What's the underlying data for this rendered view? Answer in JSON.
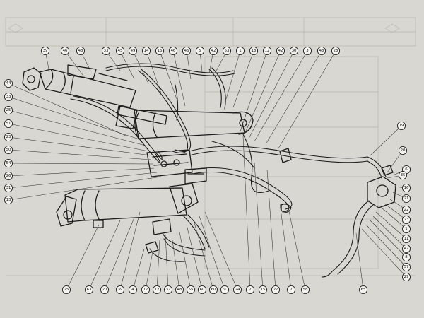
{
  "callouts": {
    "top": [
      "39",
      "46",
      "48",
      "33",
      "45",
      "49",
      "14",
      "16",
      "46",
      "46",
      "5",
      "42",
      "53",
      "1",
      "18",
      "12",
      "42",
      "30",
      "3",
      "48",
      "28"
    ],
    "left": [
      "44",
      "33",
      "25",
      "51",
      "23",
      "50",
      "54",
      "26",
      "31",
      "13"
    ],
    "bottom": [
      "25",
      "63",
      "20",
      "39",
      "4",
      "17",
      "12",
      "37",
      "48",
      "55",
      "60",
      "60",
      "9",
      "24",
      "2",
      "15",
      "27",
      "7",
      "58",
      "65"
    ],
    "right": [
      "19",
      "20",
      "6",
      "35",
      "16",
      "21",
      "22",
      "23",
      "1",
      "11",
      "47",
      "8",
      "57",
      "29"
    ]
  }
}
